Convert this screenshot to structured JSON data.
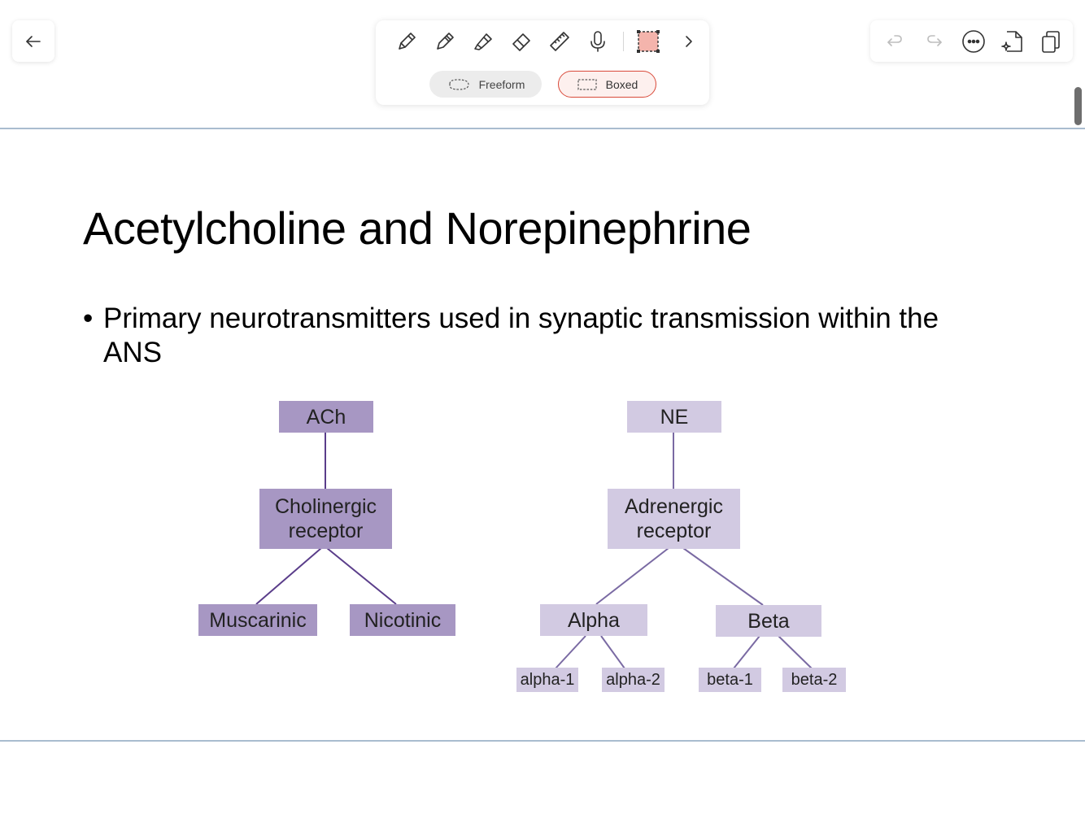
{
  "toolbar": {
    "tools": [
      {
        "icon": "pencil-icon"
      },
      {
        "icon": "pen-icon"
      },
      {
        "icon": "highlighter-icon"
      },
      {
        "icon": "eraser-icon"
      },
      {
        "icon": "ruler-icon"
      },
      {
        "icon": "microphone-icon"
      },
      {
        "icon": "lasso-selection-icon",
        "active_color": "#f4b4ac"
      },
      {
        "icon": "chevron-right-icon"
      }
    ],
    "modes": {
      "freeform_label": "Freeform",
      "boxed_label": "Boxed",
      "selected": "Boxed"
    }
  },
  "top_right": {
    "icons": [
      "undo-icon",
      "redo-icon",
      "more-icon",
      "ai-page-icon",
      "pages-icon"
    ]
  },
  "slide": {
    "title": "Acetylcholine and Norepinephrine",
    "bullets": [
      {
        "dot": "•",
        "text": "Primary neurotransmitters used in synaptic transmission within the ANS"
      }
    ]
  },
  "diagram": {
    "ach": "ACh",
    "cholinergic": "Cholinergic receptor",
    "muscarinic": "Muscarinic",
    "nicotinic": "Nicotinic",
    "ne": "NE",
    "adrenergic": "Adrenergic receptor",
    "alpha": "Alpha",
    "beta": "Beta",
    "alpha1": "alpha-1",
    "alpha2": "alpha-2",
    "beta1": "beta-1",
    "beta2": "beta-2",
    "colors": {
      "dark": "#a797c3",
      "light": "#d2cae2",
      "line_dark": "#5a3d8a",
      "line_light": "#7a6aa3"
    }
  }
}
